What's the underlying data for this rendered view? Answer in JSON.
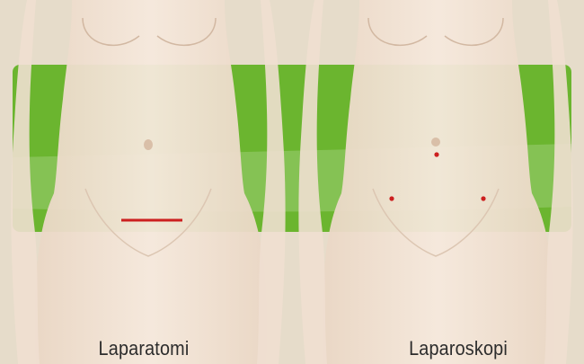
{
  "figure": {
    "panels": [
      {
        "id": "laparatomy",
        "caption": "Laparatomi"
      },
      {
        "id": "laparoscopy",
        "caption": "Laparoskopi"
      }
    ],
    "colors": {
      "background": "#e6dcca",
      "band": "#6bb52f",
      "skin": "#f3e4d6",
      "incision": "#cc1f1f"
    },
    "incision_points": 3
  }
}
